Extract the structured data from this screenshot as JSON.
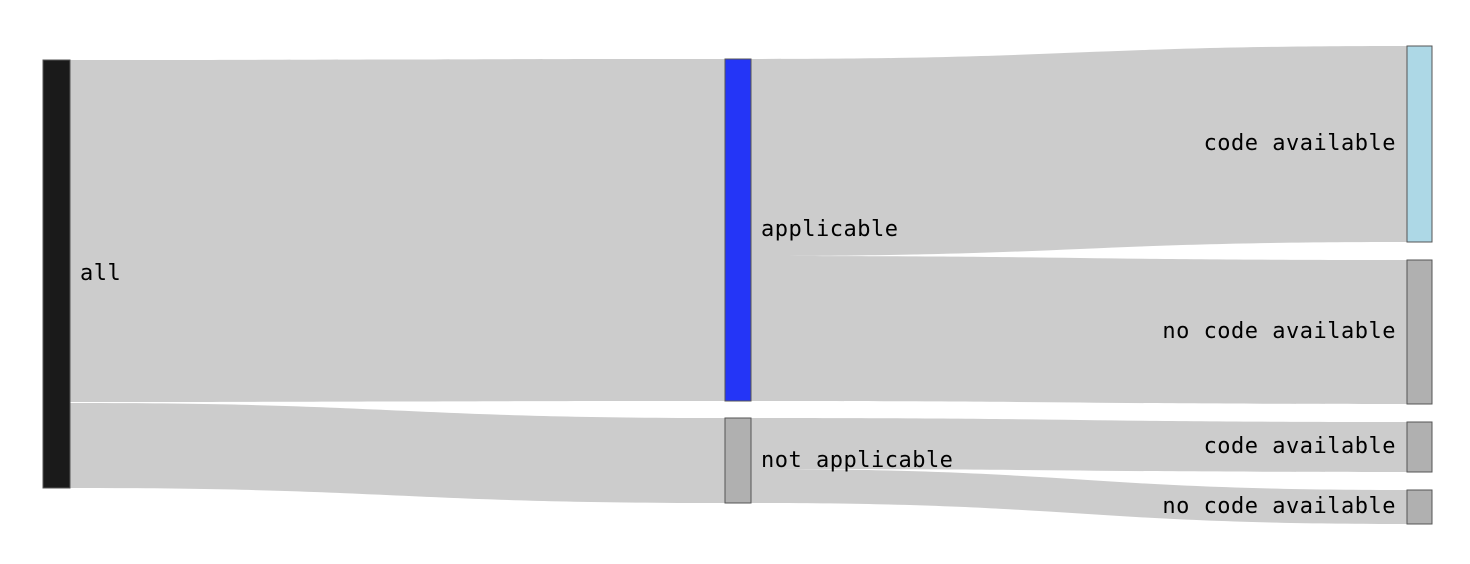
{
  "diagram": {
    "type": "sankey",
    "nodes": [
      {
        "id": "all",
        "label": "all",
        "color": "#1a1a1a"
      },
      {
        "id": "applicable",
        "label": "applicable",
        "color": "#2435f7"
      },
      {
        "id": "not_applicable",
        "label": "not applicable",
        "color": "#b0b0b0"
      },
      {
        "id": "app_code",
        "label": "code available",
        "color": "#add8e6"
      },
      {
        "id": "app_nocode",
        "label": "no code available",
        "color": "#b0b0b0"
      },
      {
        "id": "na_code",
        "label": "code available",
        "color": "#b0b0b0"
      },
      {
        "id": "na_nocode",
        "label": "no code available",
        "color": "#b0b0b0"
      }
    ],
    "link_color": "#cccccc"
  }
}
